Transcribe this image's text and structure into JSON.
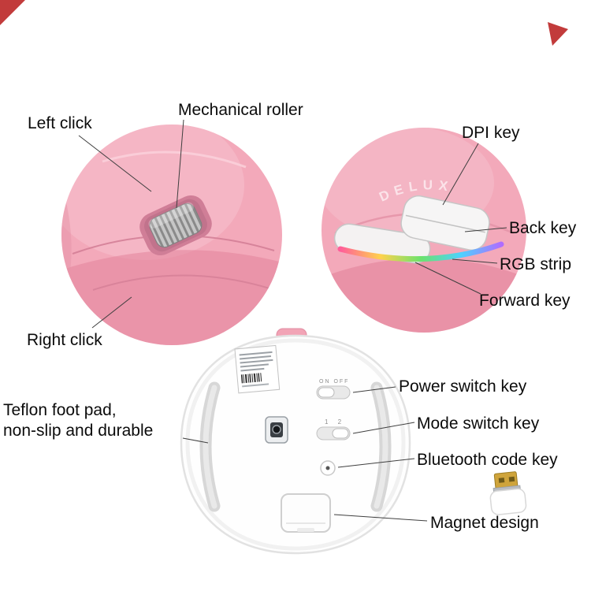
{
  "brand": "DELUX",
  "callouts": {
    "top_view": {
      "left_click": "Left click",
      "mechanical_roller": "Mechanical roller",
      "right_click": "Right click"
    },
    "side_view": {
      "dpi_key": "DPI key",
      "back_key": "Back key",
      "rgb_strip": "RGB strip",
      "forward_key": "Forward key"
    },
    "bottom_view": {
      "power_switch_key": "Power switch key",
      "mode_switch_key": "Mode switch key",
      "bluetooth_code_key": "Bluetooth code key",
      "magnet_design": "Magnet design",
      "teflon_foot_pad_line1": "Teflon foot pad,",
      "teflon_foot_pad_line2": "non-slip and durable"
    }
  },
  "markings": {
    "power_switch": "ON OFF",
    "mode_switch": "1 2"
  },
  "colors": {
    "circle_pink": "#f3a9ba",
    "body_shadow_pink": "#e2849b",
    "wheel_gray": "#b5b5b5",
    "accent_red": "#c23b3b",
    "bottom_shell_white": "#fefefe",
    "rgb_strip_colors": [
      "#ff5e9a",
      "#ffd24d",
      "#6ce26c",
      "#4dd2ff",
      "#b06cff"
    ]
  }
}
